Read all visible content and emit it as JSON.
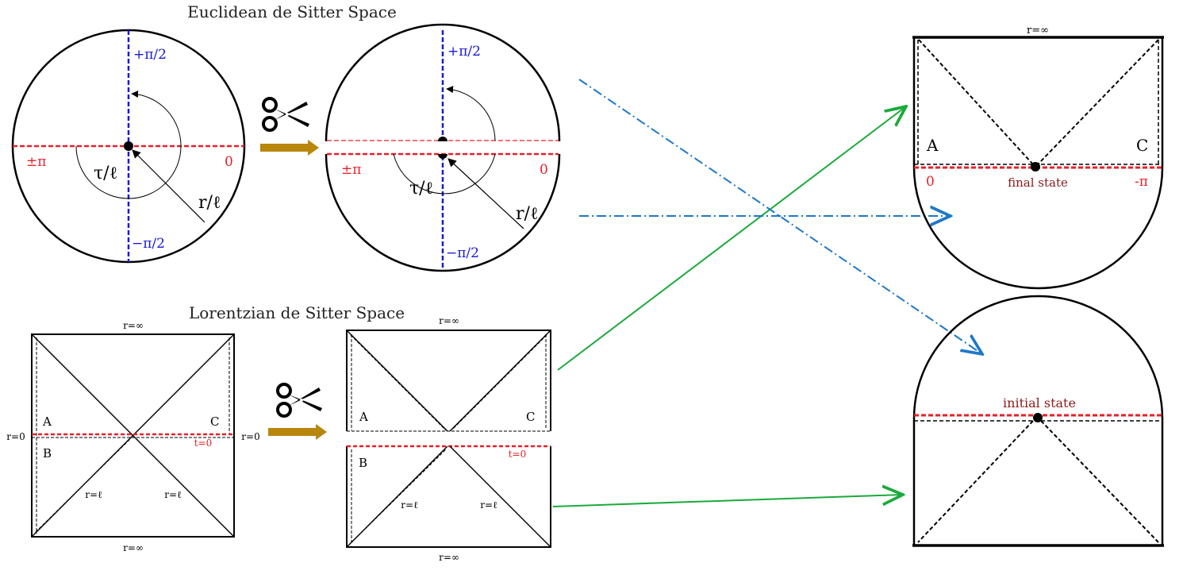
{
  "titles": {
    "euclidean": "Euclidean de Sitter Space",
    "lorentzian": "Lorentzian de Sitter Space"
  },
  "euclidean_labels": {
    "plus_half_pi": "+π/2",
    "minus_half_pi": "−π/2",
    "plus_minus_pi": "±π",
    "zero": "0",
    "tau": "τ/ℓ",
    "radius": "r/ℓ"
  },
  "lorentzian_labels": {
    "r_inf": "r=∞",
    "r_zero": "r=0",
    "r_ell": "r=ℓ",
    "t_zero": "t=0",
    "A": "A",
    "B": "B",
    "C": "C"
  },
  "final_state": {
    "r_inf": "r=∞",
    "A": "A",
    "C": "C",
    "zero": "0",
    "minus_pi": "-π",
    "caption": "final state"
  },
  "initial_state": {
    "caption": "initial state"
  },
  "colors": {
    "blue_axis": "#1a1ad6",
    "red_axis": "#e8202a",
    "arrow_gold": "#b8860b",
    "green_arrow": "#1aaa3c",
    "dashdot_blue": "#1f78c8",
    "state_caption": "#8b1a1a"
  },
  "icons": [
    "scissors-icon",
    "scissors-icon",
    "gold-arrow-icon",
    "gold-arrow-icon"
  ]
}
